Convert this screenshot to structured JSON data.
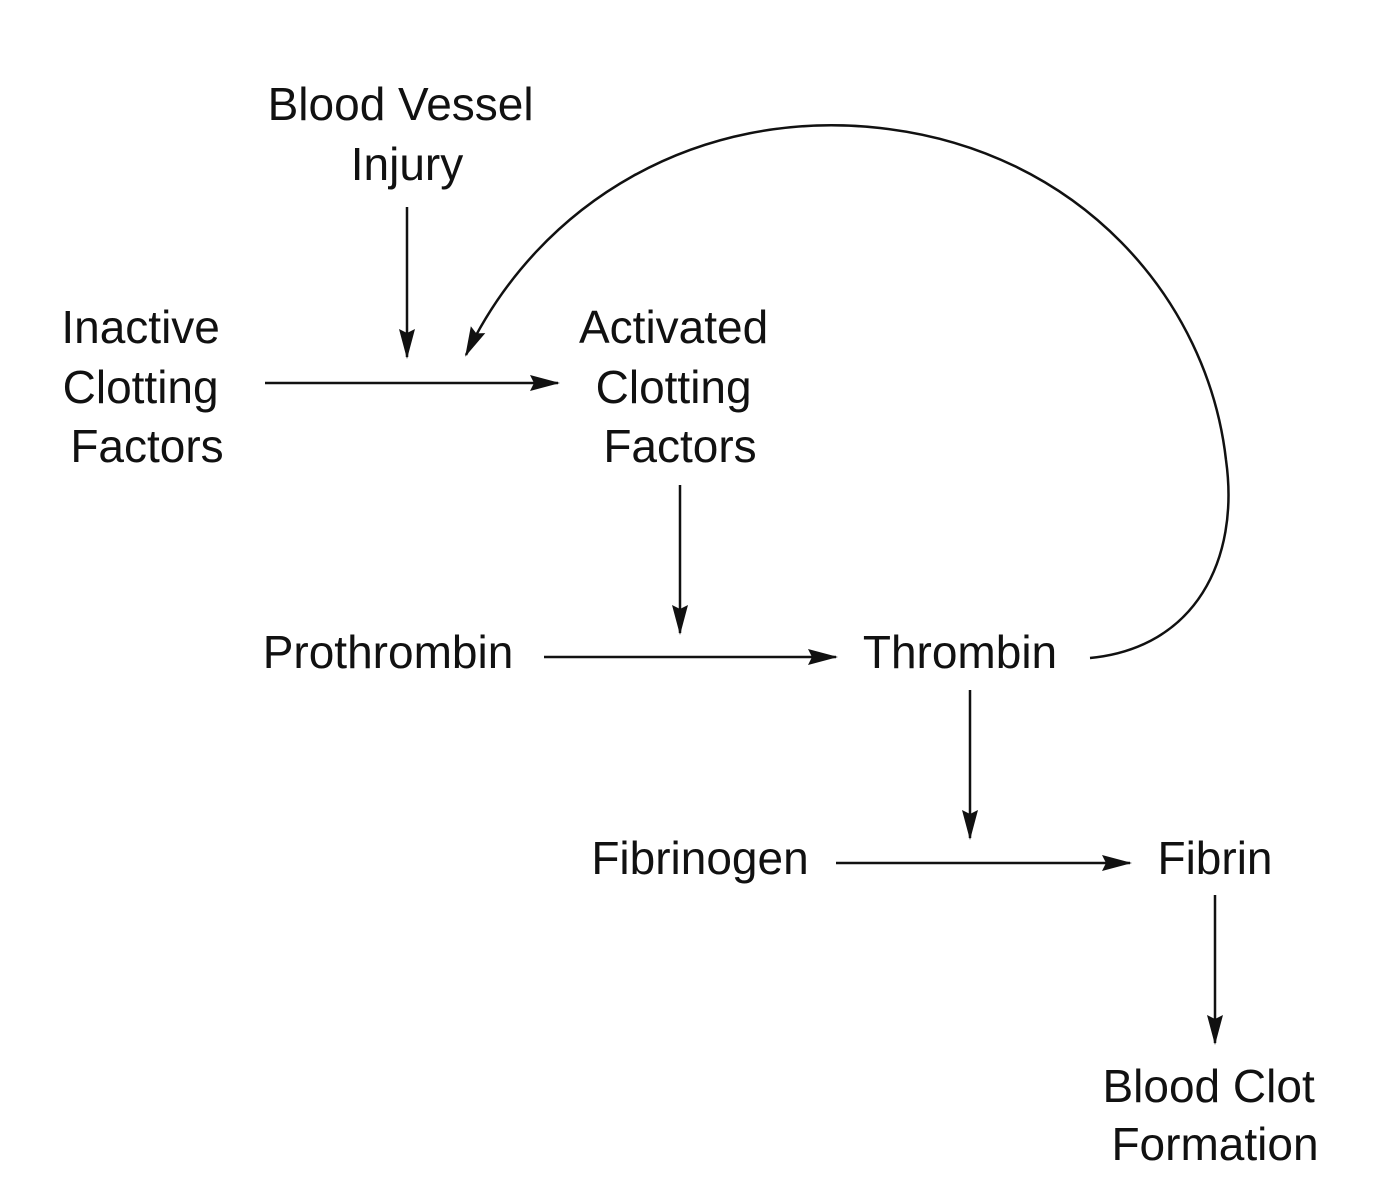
{
  "diagram": {
    "nodes": {
      "blood_vessel_injury": {
        "lines": [
          "Blood Vessel",
          "Injury"
        ]
      },
      "inactive_clotting_factors": {
        "lines": [
          "Inactive",
          "Clotting",
          "Factors"
        ]
      },
      "activated_clotting_factors": {
        "lines": [
          "Activated",
          "Clotting",
          "Factors"
        ]
      },
      "prothrombin": {
        "lines": [
          "Prothrombin"
        ]
      },
      "thrombin": {
        "lines": [
          "Thrombin"
        ]
      },
      "fibrinogen": {
        "lines": [
          "Fibrinogen"
        ]
      },
      "fibrin": {
        "lines": [
          "Fibrin"
        ]
      },
      "blood_clot_formation": {
        "lines": [
          "Blood Clot",
          "Formation"
        ]
      }
    },
    "edges": [
      {
        "from": "inactive_clotting_factors",
        "to": "activated_clotting_factors",
        "kind": "conversion"
      },
      {
        "from": "blood_vessel_injury",
        "to": "inactive_clotting_factors->activated_clotting_factors",
        "kind": "catalysis"
      },
      {
        "from": "thrombin",
        "to": "inactive_clotting_factors->activated_clotting_factors",
        "kind": "feedback"
      },
      {
        "from": "prothrombin",
        "to": "thrombin",
        "kind": "conversion"
      },
      {
        "from": "activated_clotting_factors",
        "to": "prothrombin->thrombin",
        "kind": "catalysis"
      },
      {
        "from": "fibrinogen",
        "to": "fibrin",
        "kind": "conversion"
      },
      {
        "from": "thrombin",
        "to": "fibrinogen->fibrin",
        "kind": "catalysis"
      },
      {
        "from": "fibrin",
        "to": "blood_clot_formation",
        "kind": "conversion"
      }
    ],
    "colors": {
      "ink": "#111111",
      "background": "#ffffff"
    }
  }
}
